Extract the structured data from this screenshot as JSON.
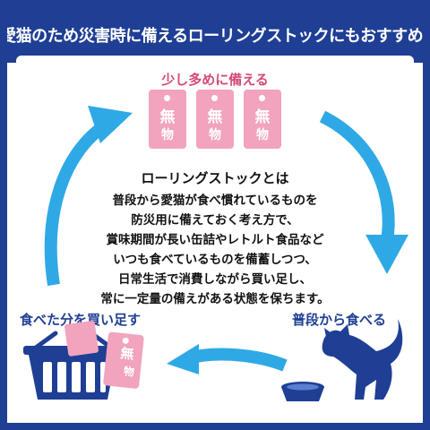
{
  "header": {
    "title": "愛猫のため災害時に備えるローリングストックにもおすすめ!"
  },
  "cycle": {
    "top_label": "少し多めに備える",
    "right_label": "普段から食べる",
    "left_label": "食べた分を買い足す"
  },
  "tag": {
    "kanji_top": "無",
    "kanji_bottom": "物"
  },
  "explanation": {
    "title": "ローリングストックとは",
    "lines": [
      "普段から愛猫が食べ慣れているものを",
      "防災用に備えておく考え方で、",
      "賞味期間が長い缶詰やレトルト食品など",
      "いつも食べているものを備蓄しつつ、",
      "日常生活で消費しながら買い足し、",
      "常に一定量の備えがある状態を保ちます。"
    ]
  },
  "colors": {
    "header_bg": "#1f3f95",
    "arrow": "#2fa9e6",
    "tag_pink": "#f2a3be",
    "top_label": "#d24a78",
    "basket": "#1f3f95",
    "cat": "#1f3f95"
  }
}
